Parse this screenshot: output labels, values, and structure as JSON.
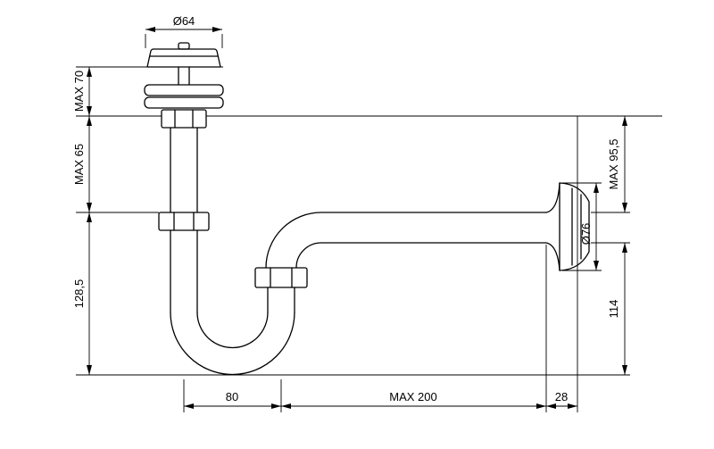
{
  "drawing": {
    "background": "#ffffff",
    "line_color": "#000000",
    "labels": {
      "top_diameter": "Ø64",
      "left_max70": "MAX 70",
      "left_max65": "MAX 65",
      "left_128_5": "128,5",
      "bottom_80": "80",
      "bottom_max200": "MAX 200",
      "bottom_28": "28",
      "right_max95_5": "MAX 95,5",
      "right_diameter76": "Ø76",
      "right_114": "114"
    }
  }
}
